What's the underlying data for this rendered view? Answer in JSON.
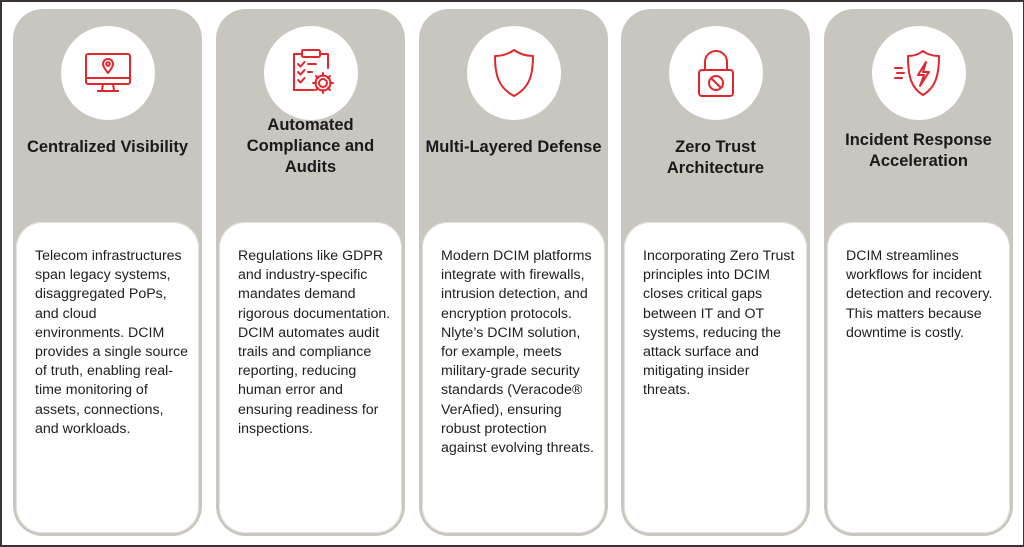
{
  "colors": {
    "card_background": "#c9c5bf",
    "panel_background": "#ffffff",
    "icon_accent": "#e3262b",
    "text": "#1a1a1a"
  },
  "cards": [
    {
      "icon": "monitor-location-icon",
      "title": "Centralized Visibility",
      "body": "Telecom infrastructures span legacy systems, disaggregated PoPs, and cloud environments. DCIM provides a single source of truth, enabling real-time monitoring of assets, connections, and workloads."
    },
    {
      "icon": "clipboard-checklist-gear-icon",
      "title": "Automated Compliance and Audits",
      "body": "Regulations like GDPR and industry-specific mandates demand rigorous documentation. DCIM automates audit trails and compliance reporting, reducing human error and ensuring readiness for inspections."
    },
    {
      "icon": "shield-icon",
      "title": "Multi-Layered Defense",
      "body": "Modern DCIM platforms integrate with firewalls, intrusion detection, and encryption protocols. Nlyte’s DCIM solution, for example, meets military-grade security standards (Veracode® VerAfied), ensuring robust protection against evolving threats."
    },
    {
      "icon": "lock-blocked-icon",
      "title": "Zero Trust Architecture",
      "body": "Incorporating Zero Trust principles into DCIM closes critical gaps between IT and OT systems, reducing the attack surface and mitigating insider threats."
    },
    {
      "icon": "shield-lightning-speed-icon",
      "title": "Incident Response Acceleration",
      "body": "DCIM streamlines workflows for incident detection and recovery. This matters because downtime is costly."
    }
  ]
}
